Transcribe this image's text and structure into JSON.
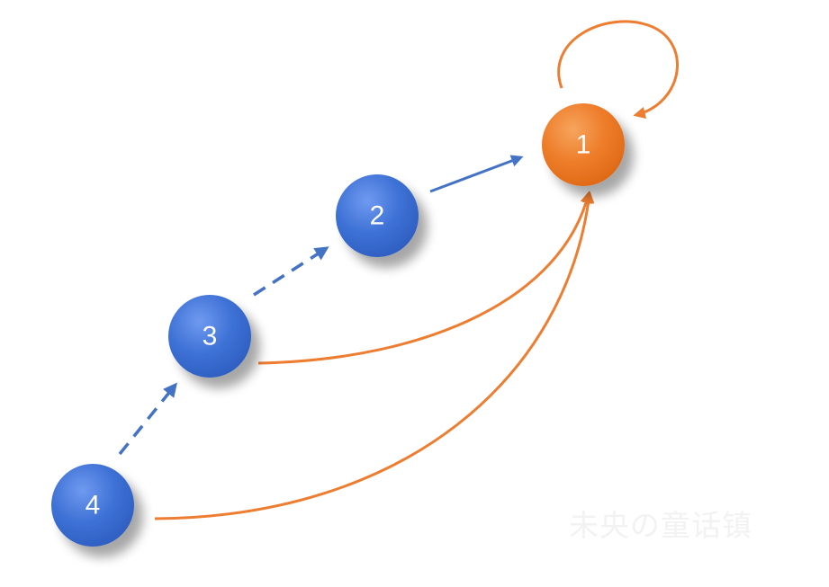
{
  "diagram": {
    "nodes": [
      {
        "id": "1",
        "label": "1",
        "kind": "root"
      },
      {
        "id": "2",
        "label": "2",
        "kind": "child"
      },
      {
        "id": "3",
        "label": "3",
        "kind": "child"
      },
      {
        "id": "4",
        "label": "4",
        "kind": "child"
      }
    ],
    "edges": [
      {
        "from": "1",
        "to": "1",
        "style": "solid",
        "color": "orange"
      },
      {
        "from": "2",
        "to": "1",
        "style": "solid",
        "color": "blue"
      },
      {
        "from": "3",
        "to": "2",
        "style": "dashed",
        "color": "blue"
      },
      {
        "from": "4",
        "to": "3",
        "style": "dashed",
        "color": "blue"
      },
      {
        "from": "3",
        "to": "1",
        "style": "solid",
        "color": "orange"
      },
      {
        "from": "4",
        "to": "1",
        "style": "solid",
        "color": "orange"
      }
    ]
  },
  "colors": {
    "blue_node": "#3f72d6",
    "orange_node": "#ee7d2a",
    "blue_edge": "#4472c4",
    "orange_edge": "#ed7d31"
  },
  "watermark": "未央の童话镇"
}
